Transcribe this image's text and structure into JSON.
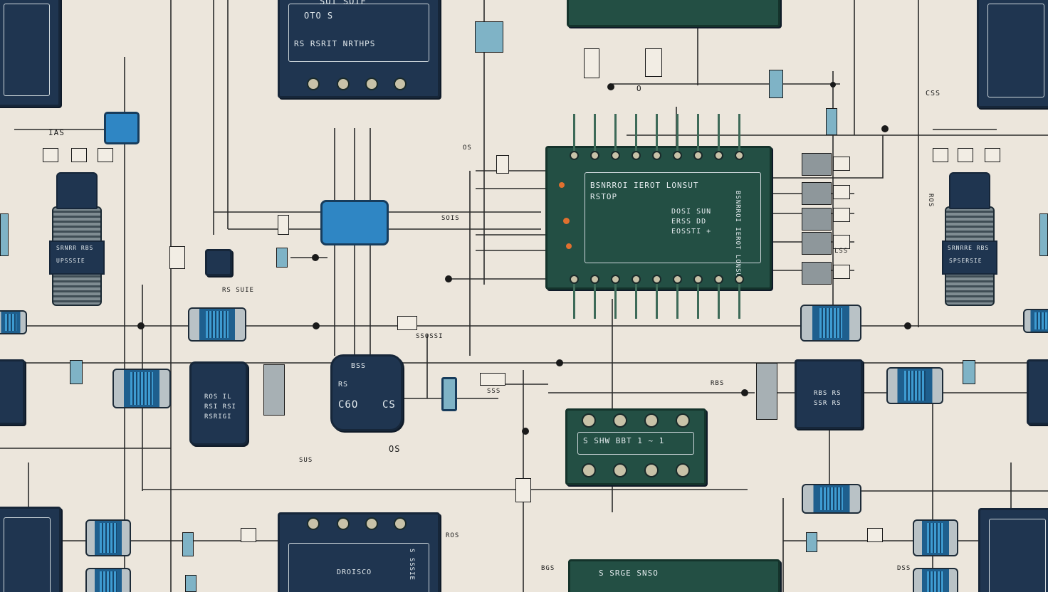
{
  "main_board": {
    "title_line1": "BSNRROI IEROT LONSUT",
    "title_line2": "RSTOP",
    "readout_a": "DOSI  SUN",
    "readout_b": "ERSS  DD",
    "readout_c": "EOSSTI  +",
    "side_text": "BSNRROI IEROT LONSUT"
  },
  "top_left_panel": {
    "header": "SOI SOIE",
    "subtext": "OTO  S",
    "footer": "RS RSRIT NRTHPS"
  },
  "left_sensor": {
    "band_text": "SRNRR RBS",
    "caption": "UPSSSIE",
    "tag_a": "IAS",
    "tag_b": "RS SUIE"
  },
  "right_sensor": {
    "band_text": "SRNRRE RBS",
    "caption": "SPSERSIE"
  },
  "mid_left_block": {
    "label_a": "ROS  IL",
    "label_b": "RSI  RSI",
    "label_c": "RSRIGI"
  },
  "center_chip": {
    "label_a": "BSS",
    "label_b": "C6O",
    "label_c": "CS",
    "label_d": "RS"
  },
  "lower_board": {
    "label": "S  SHW  BBT  1 ~ 1"
  },
  "right_block": {
    "label_a": "RBS  RS",
    "label_b": "SSR  RS"
  },
  "bottom_board": {
    "label": "S SRGE SNSO"
  },
  "bottom_panel": {
    "label": "DROISCO",
    "side": "S SSSIE"
  },
  "annotations": {
    "a1": "OS",
    "a2": "SOIS",
    "a3": "SSOSSI",
    "a4": "SSS",
    "a5": "RBS",
    "a6": "CSS",
    "a7": "LSS",
    "a8": "ROS",
    "a9": "DSS",
    "a10": "BGS",
    "a11": "ROS",
    "a12": "SUS",
    "a13": "OS",
    "a14": "O"
  }
}
